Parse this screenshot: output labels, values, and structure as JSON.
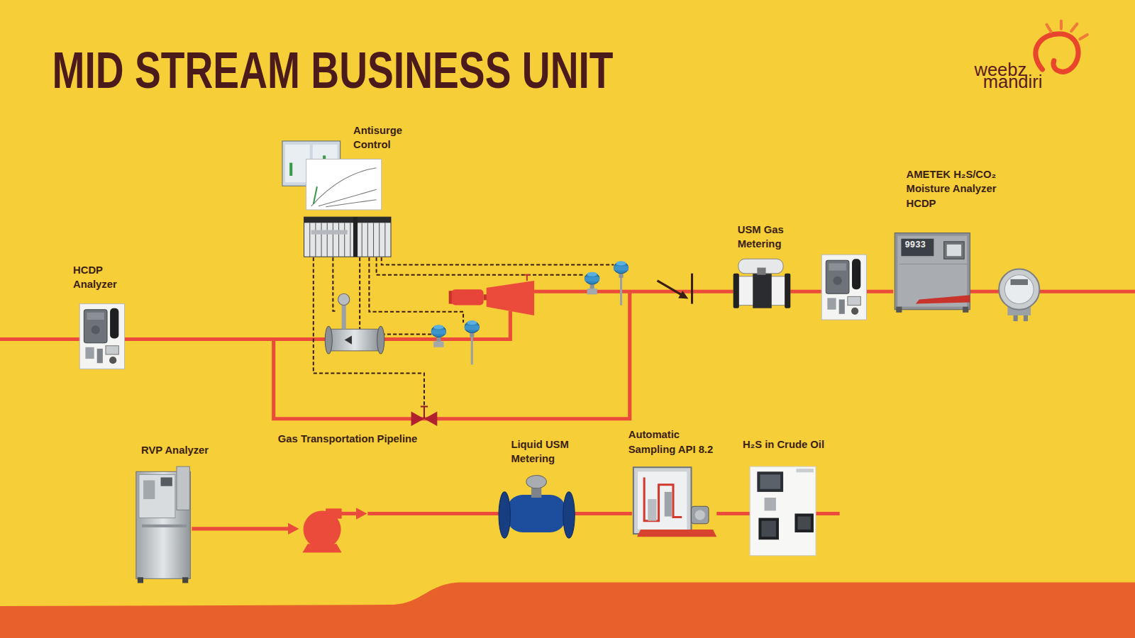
{
  "diagram": {
    "title": "MID STREAM BUSINESS UNIT",
    "nodes": [
      {
        "text": [
          "Antisurge Control"
        ]
      },
      {
        "text": [
          "AMETEK H₂S/CO₂ Moisture Analyzer HCDP",
          "9933"
        ]
      },
      {
        "text": [
          "USM Gas Metering"
        ]
      },
      {
        "text": [
          "HCDP Analyzer"
        ]
      },
      {
        "text": [
          "RVP Analyzer"
        ]
      },
      {
        "text": [
          "Liquid USM Metering"
        ]
      },
      {
        "text": [
          "Automatic Sampling API 8.2"
        ]
      },
      {
        "text": [
          "H₂S in Crude Oil"
        ]
      }
    ],
    "edges": [
      {
        "from": 2,
        "to": 1,
        "arrow": "none"
      },
      {
        "from": 5,
        "to": 6,
        "arrow": "none"
      },
      {
        "from": 6,
        "to": 7,
        "arrow": "none"
      }
    ],
    "labels": [
      "Gas Transportation Pipeline",
      "weebz",
      "mandiri"
    ]
  }
}
